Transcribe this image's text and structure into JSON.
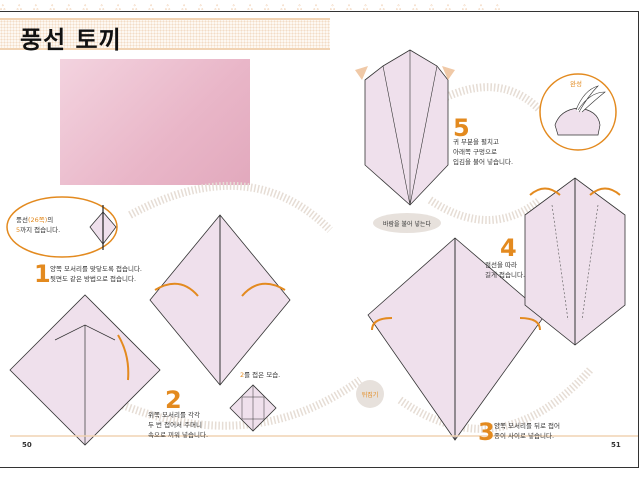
{
  "title": "풍선 토끼",
  "decoration": "ஃஃஃஃஃஃஃஃஃஃஃஃஃஃஃஃஃஃஃஃஃஃஃஃஃஃஃஃஃஃஃ",
  "start_note": {
    "line1_a": "풍선",
    "line1_ref": "(26쪽)",
    "line1_b": "의",
    "line2_num": "5",
    "line2_b": "까지 접습니다."
  },
  "steps": [
    {
      "num": "1",
      "lines": [
        "양쪽 모서리를 맞닿도록 접습니다.",
        "뒷면도 같은 방법으로 접습니다."
      ]
    },
    {
      "num": "2",
      "lines": [
        "위쪽 모서리를 각각",
        "두 번 접어서 주머니",
        "속으로 끼워 넣습니다."
      ]
    },
    {
      "num": "3",
      "lines": [
        "양쪽 모서리를 뒤로 접어",
        "종이 사이로 넣습니다."
      ]
    },
    {
      "num": "4",
      "lines": [
        "점선을 따라",
        "길게 접습니다."
      ]
    },
    {
      "num": "5",
      "lines": [
        "귀 부분을 펼치고",
        "아래쪽 구멍으로",
        "입김을 불어 넣습니다."
      ]
    }
  ],
  "step2_result": {
    "num": "2",
    "text": "를 접은 모습."
  },
  "flip_label": "뒤집기",
  "blow_label": "바람을 불어 넣는다",
  "done_label": "완성",
  "page_left": "50",
  "page_right": "51",
  "colors": {
    "accent": "#e38a1f",
    "paper": "#efe0ec"
  }
}
